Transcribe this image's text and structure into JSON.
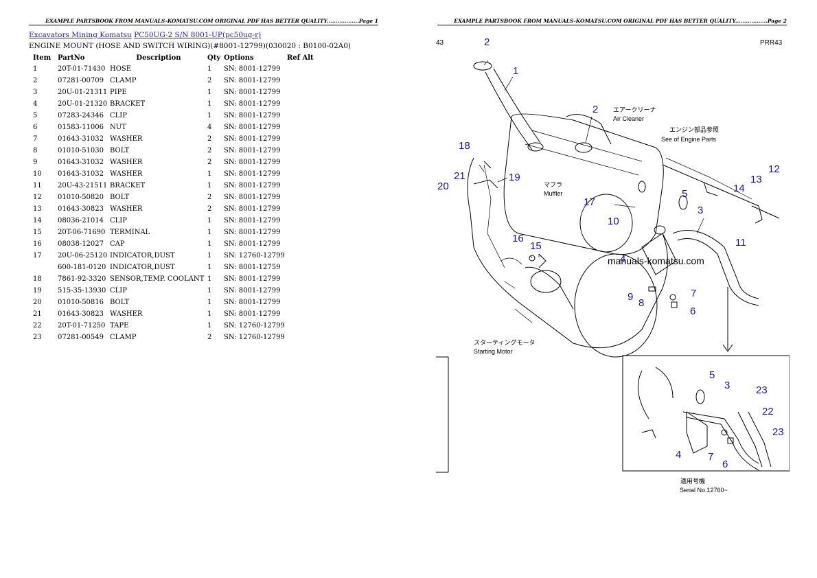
{
  "page1": {
    "header": "EXAMPLE PARTSBOOK FROM MANUALS-KOMATSU.COM ORIGINAL PDF HAS BETTER QUALITY..................Page 1",
    "breadcrumb": {
      "link1": "Excavators Mining Komatsu",
      "link2": "PC50UG-2 S/N 8001-UP(pc50ug-r)"
    },
    "title": "ENGINE MOUNT (HOSE AND SWITCH WIRING)(#8001-12799)(030020 : B0100-02A0)",
    "columns": [
      "Item",
      "PartNo",
      "Description",
      "Qty",
      "Options",
      "Ref Alt"
    ],
    "rows": [
      {
        "item": "1",
        "partno": "20T-01-71430",
        "desc": "HOSE",
        "qty": "1",
        "opt": "SN: 8001-12799"
      },
      {
        "item": "2",
        "partno": "07281-00709",
        "desc": "CLAMP",
        "qty": "2",
        "opt": "SN: 8001-12799"
      },
      {
        "item": "3",
        "partno": "20U-01-21311",
        "desc": "PIPE",
        "qty": "1",
        "opt": "SN: 8001-12799"
      },
      {
        "item": "4",
        "partno": "20U-01-21320",
        "desc": "BRACKET",
        "qty": "1",
        "opt": "SN: 8001-12799"
      },
      {
        "item": "5",
        "partno": "07283-24346",
        "desc": "CLIP",
        "qty": "1",
        "opt": "SN: 8001-12799"
      },
      {
        "item": "6",
        "partno": "01583-11006",
        "desc": "NUT",
        "qty": "4",
        "opt": "SN: 8001-12799"
      },
      {
        "item": "7",
        "partno": "01643-31032",
        "desc": "WASHER",
        "qty": "2",
        "opt": "SN: 8001-12799"
      },
      {
        "item": "8",
        "partno": "01010-51030",
        "desc": "BOLT",
        "qty": "2",
        "opt": "SN: 8001-12799"
      },
      {
        "item": "9",
        "partno": "01643-31032",
        "desc": "WASHER",
        "qty": "2",
        "opt": "SN: 8001-12799"
      },
      {
        "item": "10",
        "partno": "01643-31032",
        "desc": "WASHER",
        "qty": "1",
        "opt": "SN: 8001-12799"
      },
      {
        "item": "11",
        "partno": "20U-43-21511",
        "desc": "BRACKET",
        "qty": "1",
        "opt": "SN: 8001-12799"
      },
      {
        "item": "12",
        "partno": "01010-50820",
        "desc": "BOLT",
        "qty": "2",
        "opt": "SN: 8001-12799"
      },
      {
        "item": "13",
        "partno": "01643-30823",
        "desc": "WASHER",
        "qty": "2",
        "opt": "SN: 8001-12799"
      },
      {
        "item": "14",
        "partno": "08036-21014",
        "desc": "CLIP",
        "qty": "1",
        "opt": "SN: 8001-12799"
      },
      {
        "item": "15",
        "partno": "20T-06-71690",
        "desc": "TERMINAL",
        "qty": "1",
        "opt": "SN: 8001-12799"
      },
      {
        "item": "16",
        "partno": "08038-12027",
        "desc": "CAP",
        "qty": "1",
        "opt": "SN: 8001-12799"
      },
      {
        "item": "17",
        "partno": "20U-06-25120",
        "desc": "INDICATOR,DUST",
        "qty": "1",
        "opt": "SN: 12760-12799"
      },
      {
        "item": "",
        "partno": "600-181-0120",
        "desc": "INDICATOR,DUST",
        "qty": "1",
        "opt": "SN: 8001-12759"
      },
      {
        "item": "18",
        "partno": "7861-92-3320",
        "desc": "SENSOR,TEMP. COOLANT",
        "qty": "1",
        "opt": "SN: 8001-12799"
      },
      {
        "item": "19",
        "partno": "515-35-13930",
        "desc": "CLIP",
        "qty": "1",
        "opt": "SN: 8001-12799"
      },
      {
        "item": "20",
        "partno": "01010-50816",
        "desc": "BOLT",
        "qty": "1",
        "opt": "SN: 8001-12799"
      },
      {
        "item": "21",
        "partno": "01643-30823",
        "desc": "WASHER",
        "qty": "1",
        "opt": "SN: 8001-12799"
      },
      {
        "item": "22",
        "partno": "20T-01-71250",
        "desc": "TAPE",
        "qty": "1",
        "opt": "SN: 12760-12799"
      },
      {
        "item": "23",
        "partno": "07281-00549",
        "desc": "CLAMP",
        "qty": "2",
        "opt": "SN: 12760-12799"
      }
    ]
  },
  "page2": {
    "header": "EXAMPLE PARTSBOOK FROM MANUALS-KOMATSU.COM ORIGINAL PDF HAS BETTER QUALITY..................Page 2",
    "diagram": {
      "corner_left": "43",
      "corner_right": "PRR43",
      "label_air_jp": "エアークリーナ",
      "label_air_en": "Air Cleaner",
      "label_engine_jp": "エンジン部品参照",
      "label_engine_en": "See of Engine Parts",
      "label_muffler_jp": "マフラ",
      "label_muffler_en": "Muffler",
      "label_start_jp": "スターティングモータ",
      "label_start_en": "Starting Motor",
      "watermark": "manuals-komatsu.com",
      "serial_jp": "適用号機",
      "serial_en": "Serial No.12760~",
      "callouts": {
        "c1": "1",
        "c2a": "2",
        "c2b": "2",
        "c3": "3",
        "c4": "4",
        "c6": "6",
        "c7": "7",
        "c8": "8",
        "c9": "9",
        "c10": "10",
        "c11": "11",
        "c12": "12",
        "c13": "13",
        "c14": "14",
        "c15": "15",
        "c16": "16",
        "c17": "17",
        "c18": "18",
        "c19": "19",
        "c20": "20",
        "c21": "21",
        "d5": "5",
        "d3": "3",
        "d23a": "23",
        "d22": "22",
        "d23b": "23",
        "d4": "4",
        "d7": "7",
        "d6": "6",
        "c5": "5"
      }
    }
  }
}
